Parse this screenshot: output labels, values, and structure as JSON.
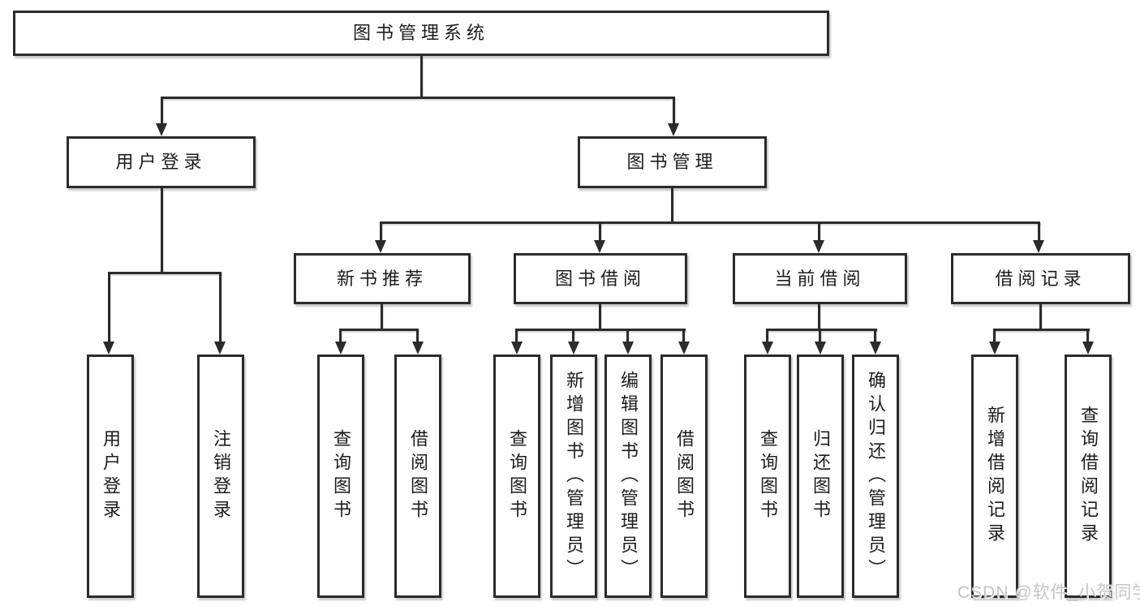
{
  "tree": {
    "root": {
      "label": "图书管理系统"
    },
    "login_branch": {
      "label": "用户登录",
      "children": [
        {
          "label": "用户登录"
        },
        {
          "label": "注销登录"
        }
      ]
    },
    "mgmt_branch": {
      "label": "图书管理",
      "groups": [
        {
          "label": "新书推荐",
          "children": [
            {
              "label": "查询图书"
            },
            {
              "label": "借阅图书"
            }
          ]
        },
        {
          "label": "图书借阅",
          "children": [
            {
              "label": "查询图书"
            },
            {
              "label": "新增图书（管理员）"
            },
            {
              "label": "编辑图书（管理员）"
            },
            {
              "label": "借阅图书"
            }
          ]
        },
        {
          "label": "当前借阅",
          "children": [
            {
              "label": "查询图书"
            },
            {
              "label": "归还图书"
            },
            {
              "label": "确认归还（管理员）"
            }
          ]
        },
        {
          "label": "借阅记录",
          "children": [
            {
              "label": "新增借阅记录"
            },
            {
              "label": "查询借阅记录"
            }
          ]
        }
      ]
    }
  },
  "watermark": "CSDN @软件_小贺同学",
  "colors": {
    "line": "#2b2b2b",
    "text": "#1c1c1c",
    "watermark": "#c4c4c4",
    "background": "#ffffff"
  }
}
